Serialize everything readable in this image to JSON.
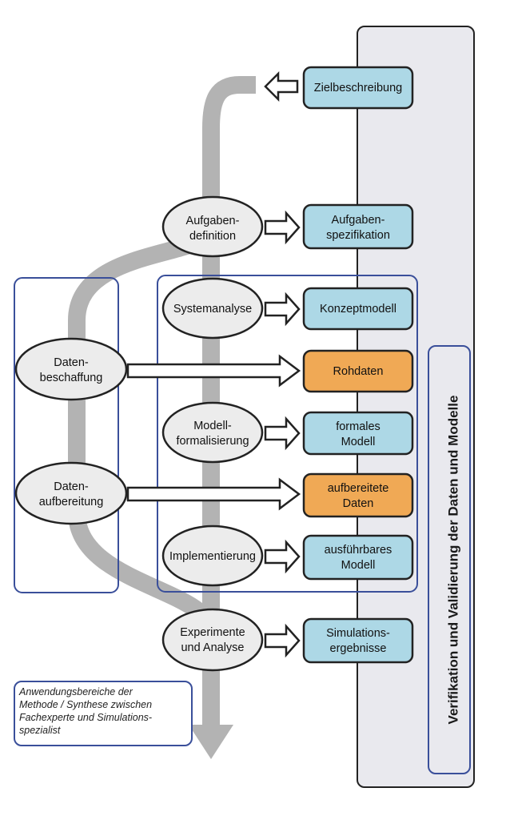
{
  "side_panel": {
    "label": "Verifikation und Validierung der Daten und Modelle",
    "fill": "#e9e9ee",
    "border": "#222222"
  },
  "colors": {
    "result_box": "#add8e6",
    "data_box": "#f0a955",
    "process_ellipse": "#ececec",
    "flow_arrow": "#b3b3b3",
    "frame": "#3a4f9a"
  },
  "processes": {
    "aufgabendefinition": [
      "Aufgaben-",
      "definition"
    ],
    "systemanalyse": [
      "Systemanalyse"
    ],
    "datenbeschaffung": [
      "Daten-",
      "beschaffung"
    ],
    "modellformalisierung": [
      "Modell-",
      "formalisierung"
    ],
    "datenaufbereitung": [
      "Daten-",
      "aufbereitung"
    ],
    "implementierung": [
      "Implementierung"
    ],
    "experimente": [
      "Experimente",
      "und Analyse"
    ]
  },
  "results": {
    "zielbeschreibung": [
      "Zielbeschreibung"
    ],
    "aufgabenspezifikation": [
      "Aufgaben-",
      "spezifikation"
    ],
    "konzeptmodell": [
      "Konzeptmodell"
    ],
    "rohdaten": [
      "Rohdaten"
    ],
    "formales_modell": [
      "formales",
      "Modell"
    ],
    "aufbereitete_daten": [
      "aufbereitete",
      "Daten"
    ],
    "ausfuehrbares_modell": [
      "ausführbares",
      "Modell"
    ],
    "simulationsergebnisse": [
      "Simulations-",
      "ergebnisse"
    ]
  },
  "note": {
    "lines": [
      "Anwendungsbereiche der",
      "Methode / Synthese zwischen",
      "Fachexperte und Simulations-",
      "spezialist"
    ]
  }
}
